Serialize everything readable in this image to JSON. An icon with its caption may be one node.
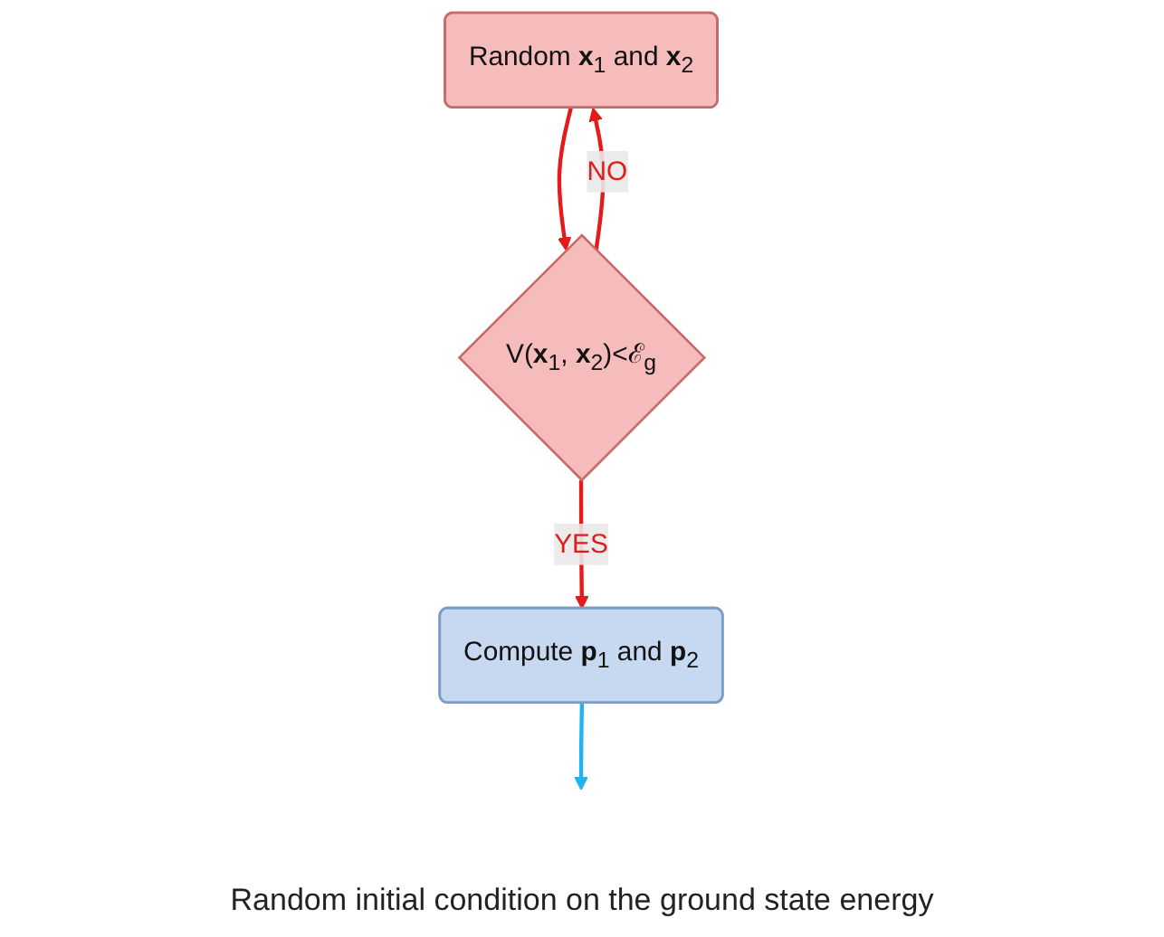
{
  "diagram": {
    "caption": "Random initial condition on the ground state energy",
    "nodes": [
      {
        "text": [
          "Random **x**$_{1}$ and **x**$_{2}$"
        ]
      },
      {
        "text": [
          "V(**x**$_{1}$, **x**$_{2}$)<ℰ$_{g}$"
        ]
      },
      {
        "text": [
          "Compute **p**$_{1}$ and **p**$_{2}$"
        ]
      }
    ],
    "edges": [
      {
        "from": 0,
        "to": 1,
        "arrow": "to"
      },
      {
        "from": 1,
        "to": 2,
        "arrow": "to",
        "label": "YES"
      },
      {
        "from": 1,
        "to": 0,
        "arrow": "to",
        "label": "NO"
      },
      {
        "from": 2,
        "to": null,
        "arrow": "to",
        "color": "#1eb4f0"
      }
    ]
  }
}
